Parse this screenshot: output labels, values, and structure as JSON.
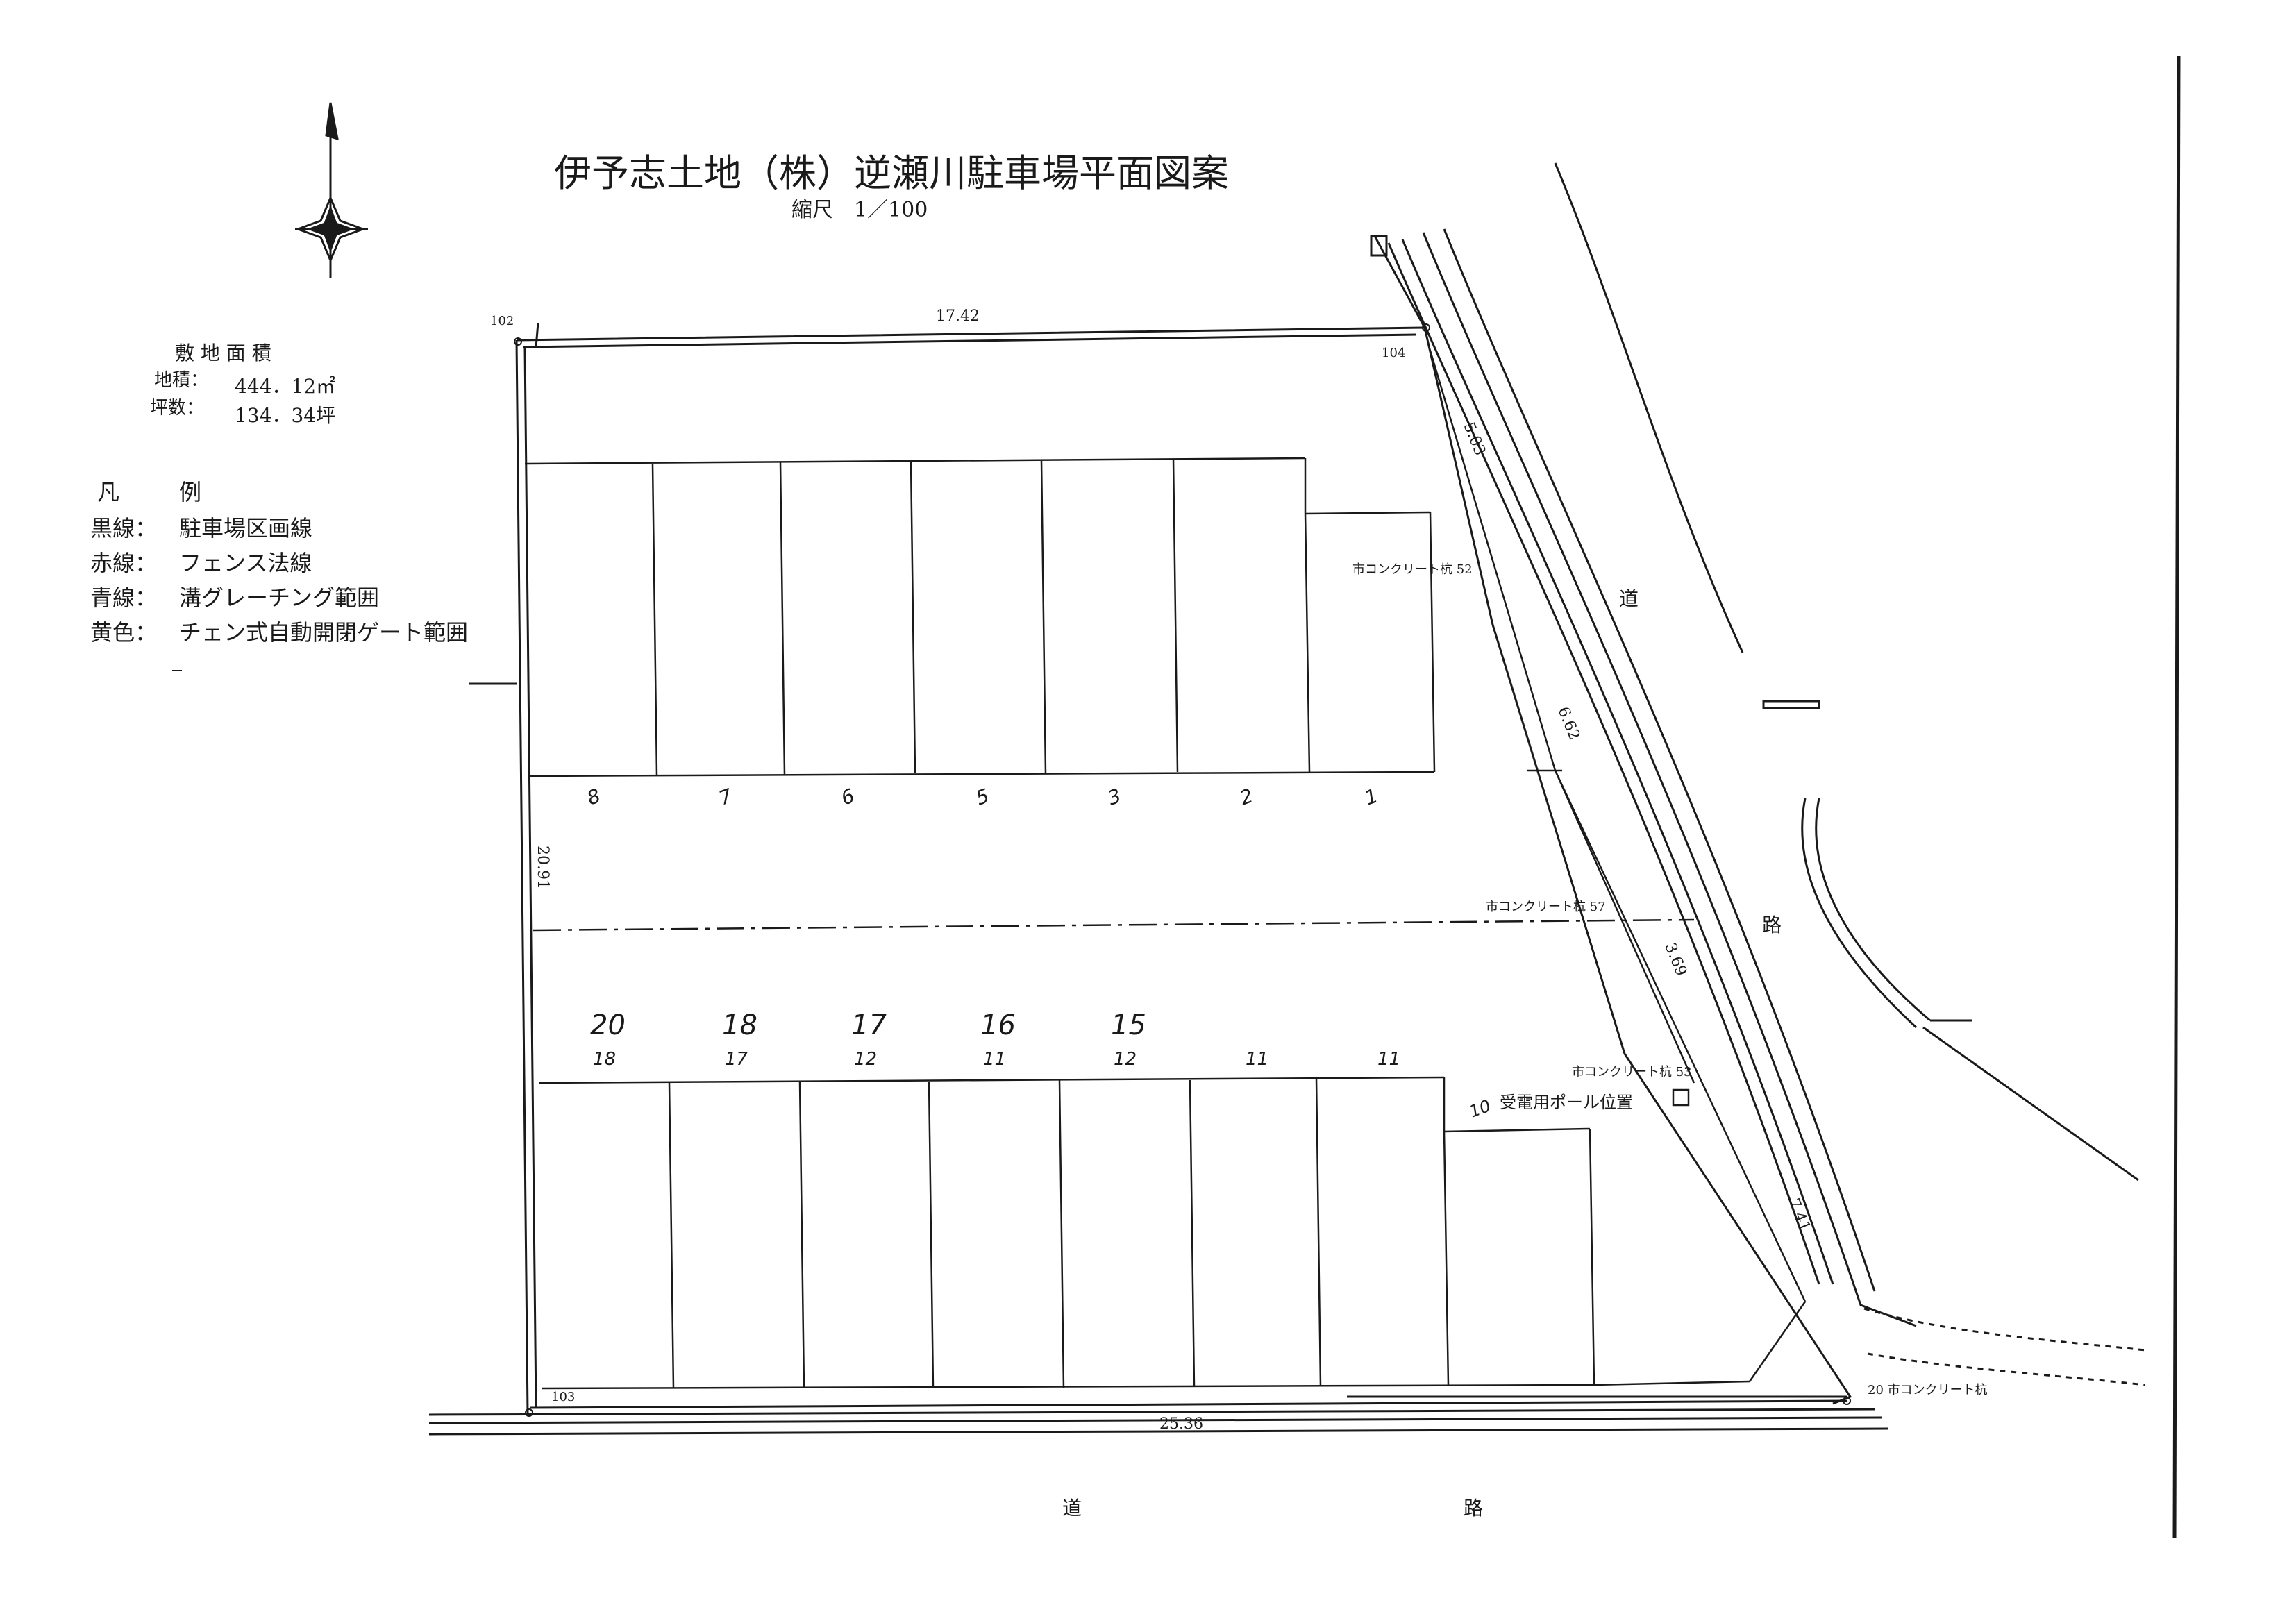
{
  "title": "伊予志土地（株）逆瀬川駐車場平面図案",
  "scale": "縮尺　1／100",
  "site_area": {
    "heading": "敷 地 面 積",
    "area_label": "地積：",
    "area_value": "444．12㎡",
    "tsubo_label": "坪数：",
    "tsubo_value": "134．34坪"
  },
  "legend": {
    "heading_left": "凡",
    "heading_right": "例",
    "items": [
      {
        "key": "黒線：",
        "value": "駐車場区画線"
      },
      {
        "key": "赤線：",
        "value": "フェンス法線"
      },
      {
        "key": "青線：",
        "value": "溝グレーチング範囲"
      },
      {
        "key": "黄色：",
        "value": "チェン式自動開閉ゲート範囲"
      }
    ]
  },
  "dimensions": {
    "top": "17.42",
    "left": "20.91",
    "bottom": "25.36",
    "right_upper": "5.03",
    "right_mid": "6.62",
    "right_lower": "3.69",
    "right_bottom": "7.41"
  },
  "points": {
    "p102": "102",
    "p103": "103",
    "p104": "104",
    "stake52": "市コンクリート杭 52",
    "stake57": "市コンクリート杭 57",
    "stake53": "市コンクリート杭 53",
    "stake20": "20 市コンクリート杭"
  },
  "pole_label": "受電用ポール位置",
  "road": {
    "right_top": "道",
    "right_bottom": "路",
    "bottom_left": "道",
    "bottom_right": "路"
  },
  "upper_row_numbers": [
    "8",
    "7",
    "6",
    "5",
    "3",
    "2",
    "1"
  ],
  "lower_row_numbers": [
    {
      "new": "20",
      "old": "18"
    },
    {
      "new": "18",
      "old": "17"
    },
    {
      "new": "17",
      "old": "12"
    },
    {
      "new": "16",
      "old": "11"
    },
    {
      "new": "15",
      "old": "12"
    },
    {
      "new": "",
      "old": "11"
    },
    {
      "new": "",
      "old": "11"
    }
  ],
  "pole_number": "10",
  "colors": {
    "line": "#1a1a1a",
    "paper": "#ffffff"
  }
}
